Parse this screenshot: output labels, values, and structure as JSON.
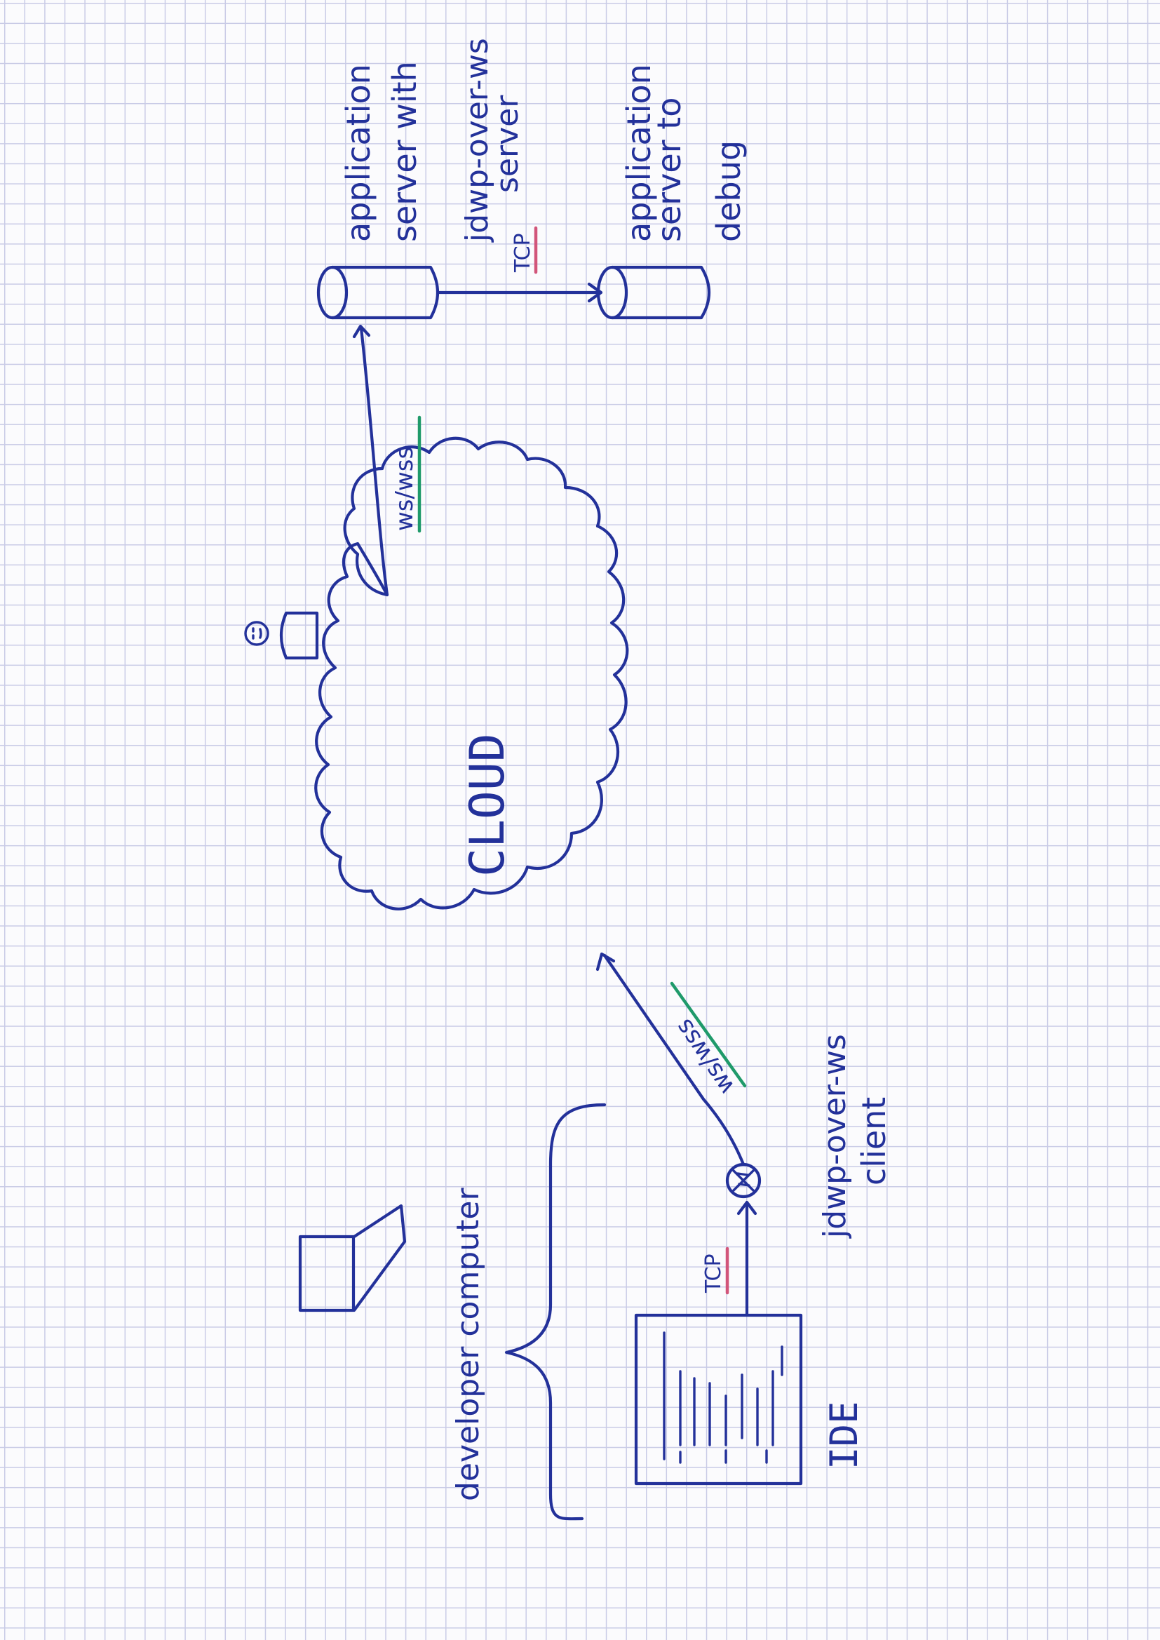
{
  "labels": {
    "app_server": "application server with jdwp-over-ws server",
    "app_debug": "application server to debug",
    "cloud": "CLOUD",
    "ws_top": "ws/wss",
    "ws_bottom": "ws/wss",
    "tcp_top": "TCP",
    "tcp_bottom": "TCP",
    "dev_computer": "developer computer",
    "client": "jdwp-over-ws client",
    "ide": "IDE"
  },
  "colors": {
    "ink": "#23319a",
    "tcp_underline": "#d2557a",
    "ws_underline": "#1f9a6a",
    "grid": "#c9cbe6"
  }
}
